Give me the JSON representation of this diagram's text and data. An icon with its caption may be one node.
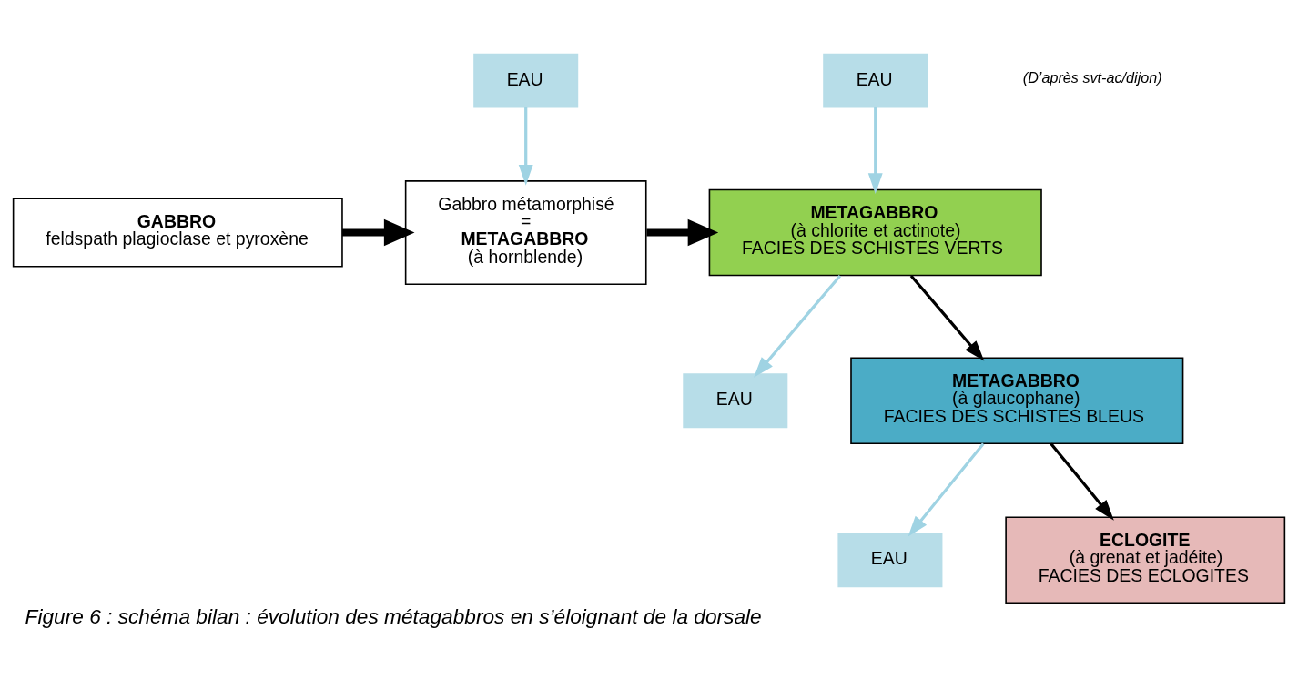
{
  "diagram": {
    "caption": "Figure 6 : schéma bilan : évolution des métagabbros en s’éloignant de la dorsale",
    "nodes": [
      {
        "text": [
          "GABBRO",
          "feldspath plagioclase et pyroxène"
        ]
      },
      {
        "text": [
          "EAU"
        ]
      },
      {
        "text": [
          "Gabbro métamorphisé",
          "=",
          "METAGABBRO",
          "(à hornblende)"
        ]
      },
      {
        "text": [
          "EAU"
        ]
      },
      {
        "text": [
          "METAGABBRO",
          "(à chlorite et actinote)",
          "FACIES DES SCHISTES VERTS"
        ]
      },
      {
        "text": [
          "EAU"
        ]
      },
      {
        "text": [
          "METAGABBRO",
          "(à glaucophane)",
          "FACIES DES SCHISTES BLEUS"
        ]
      },
      {
        "text": [
          "EAU"
        ]
      },
      {
        "text": [
          "ECLOGITE",
          "(à grenat et jadéite)",
          "FACIES DES ECLOGITES"
        ]
      }
    ],
    "edges": [
      {
        "from": 0,
        "to": 2,
        "arrow": "to",
        "style": "thick"
      },
      {
        "from": 1,
        "to": 2,
        "arrow": "to",
        "color": "#9fd3e3"
      },
      {
        "from": 2,
        "to": 4,
        "arrow": "to",
        "style": "thick"
      },
      {
        "from": 3,
        "to": 4,
        "arrow": "to",
        "color": "#9fd3e3"
      },
      {
        "from": 4,
        "to": 6,
        "arrow": "to"
      },
      {
        "from": 4,
        "to": 5,
        "arrow": "to",
        "color": "#9fd3e3"
      },
      {
        "from": 6,
        "to": 8,
        "arrow": "to"
      },
      {
        "from": 6,
        "to": 7,
        "arrow": "to",
        "color": "#9fd3e3"
      }
    ],
    "labels": [
      "(D’après svt-ac/dijon)"
    ]
  }
}
